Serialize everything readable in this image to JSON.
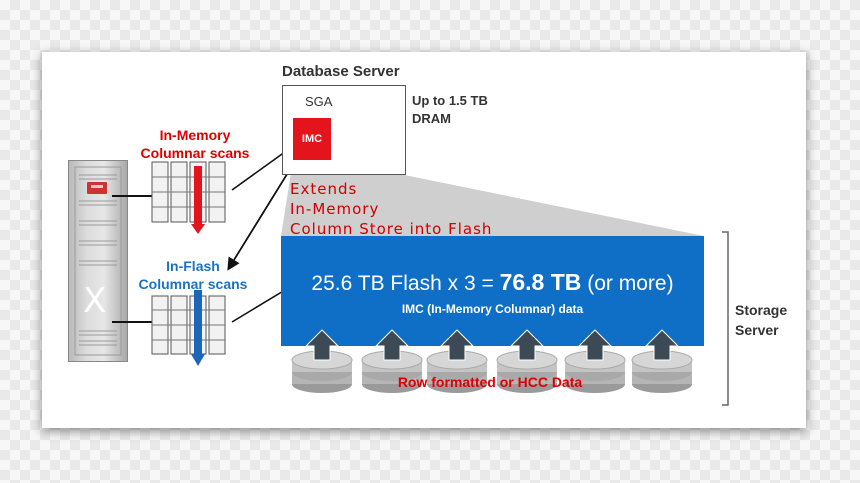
{
  "database_server": {
    "title": "Database Server",
    "sga_label": "SGA",
    "imc_label": "IMC",
    "dram_line1": "Up to 1.5 TB",
    "dram_line2": "DRAM"
  },
  "scans": {
    "in_memory_line1": "In-Memory",
    "in_memory_line2": "Columnar scans",
    "in_flash_line1": "In-Flash",
    "in_flash_line2": "Columnar scans"
  },
  "extends": {
    "line1": "Extends",
    "line2": "In-Memory",
    "line3": "Column Store into Flash"
  },
  "flash": {
    "prefix": "25.6 TB Flash x 3 = ",
    "total": "76.8 TB",
    "suffix": " (or more)",
    "subtitle": "IMC (In-Memory Columnar) data"
  },
  "storage": {
    "row_data_label": "Row formatted or HCC Data",
    "server_line1": "Storage",
    "server_line2": "Server"
  },
  "rack": {
    "glyph": "X"
  },
  "colors": {
    "imc_red": "#e3141c",
    "flash_blue": "#0f6fc6",
    "in_memory_red": "#e00000",
    "in_flash_blue": "#1a73c5"
  }
}
